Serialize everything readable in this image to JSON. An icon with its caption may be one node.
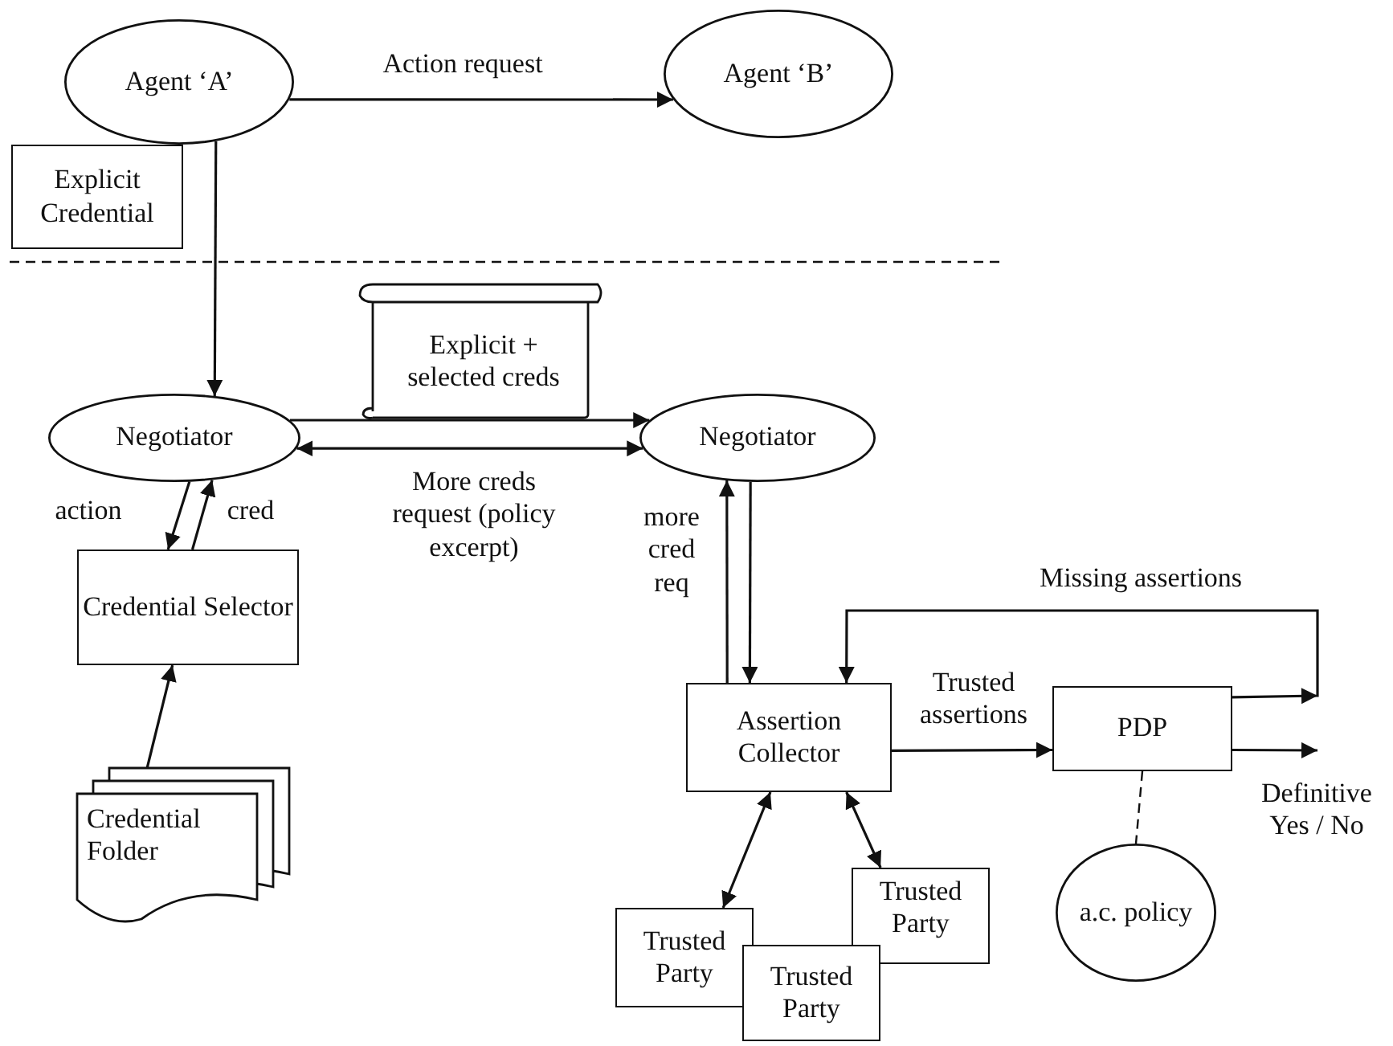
{
  "diagram": {
    "nodes": [
      {
        "text": [
          "Agent ‘A’"
        ]
      },
      {
        "text": [
          "Agent ‘B’"
        ]
      },
      {
        "text": [
          "Explicit Credential"
        ]
      },
      {
        "text": [
          "Explicit + selected creds"
        ]
      },
      {
        "text": [
          "Negotiator"
        ]
      },
      {
        "text": [
          "Negotiator"
        ]
      },
      {
        "text": [
          "Credential Selector"
        ]
      },
      {
        "text": [
          "Credential Folder"
        ]
      },
      {
        "text": [
          "Assertion Collector"
        ]
      },
      {
        "text": [
          "PDP"
        ]
      },
      {
        "text": [
          "a.c. policy"
        ]
      },
      {
        "text": [
          "Trusted Party"
        ]
      },
      {
        "text": [
          "Trusted Party"
        ]
      },
      {
        "text": [
          "Trusted Party"
        ]
      }
    ],
    "edges": [
      {
        "from": 0,
        "to": 1,
        "arrow": "to",
        "label": "Action request"
      },
      {
        "from": 0,
        "to": 4,
        "arrow": "to"
      },
      {
        "from": 4,
        "to": 5,
        "arrow": "to"
      },
      {
        "from": 4,
        "to": 5,
        "arrow": "both",
        "label": "More creds request (policy excerpt)"
      },
      {
        "from": 4,
        "to": 6,
        "arrow": "to",
        "label": "action"
      },
      {
        "from": 6,
        "to": 4,
        "arrow": "to",
        "label": "cred"
      },
      {
        "from": 7,
        "to": 6,
        "arrow": "to"
      },
      {
        "from": 8,
        "to": 5,
        "arrow": "to",
        "label": "more cred req"
      },
      {
        "from": 5,
        "to": 8,
        "arrow": "to"
      },
      {
        "from": 8,
        "to": 9,
        "arrow": "to",
        "label": "Trusted assertions"
      },
      {
        "from": 9,
        "to": 8,
        "arrow": "to",
        "label": "Missing assertions"
      },
      {
        "from": 9,
        "to": null,
        "arrow": "to",
        "label": "Definitive Yes / No"
      },
      {
        "from": 9,
        "to": 10,
        "arrow": "none",
        "style": "dashed"
      },
      {
        "from": 8,
        "to": 11,
        "arrow": "both"
      },
      {
        "from": 8,
        "to": 13,
        "arrow": "both"
      }
    ]
  }
}
